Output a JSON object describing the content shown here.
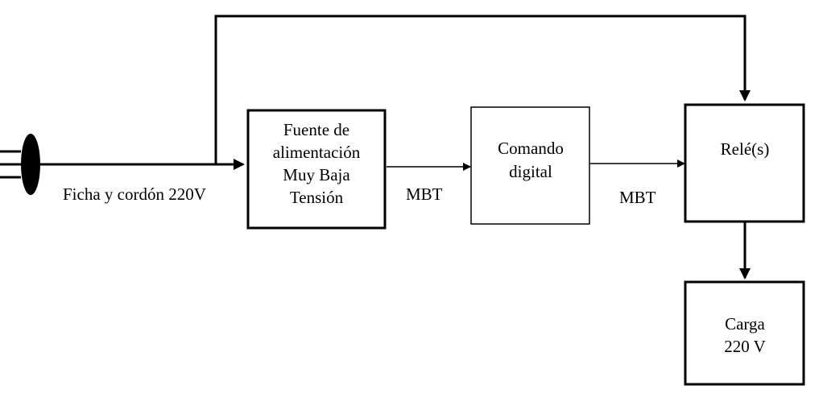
{
  "diagram": {
    "blocks": {
      "fuente": {
        "lines": [
          "Fuente de",
          "alimentación",
          "Muy Baja",
          "Tensión"
        ]
      },
      "comando": {
        "lines": [
          "Comando",
          "digital"
        ]
      },
      "rele": {
        "lines": [
          "Relé(s)"
        ]
      },
      "carga": {
        "lines": [
          "Carga",
          "220 V"
        ]
      }
    },
    "edge_labels": {
      "plug": "Ficha y cordón 220V",
      "mbt_1": "MBT",
      "mbt_2": "MBT"
    },
    "colors": {
      "stroke": "#000000",
      "background": "#ffffff"
    }
  }
}
